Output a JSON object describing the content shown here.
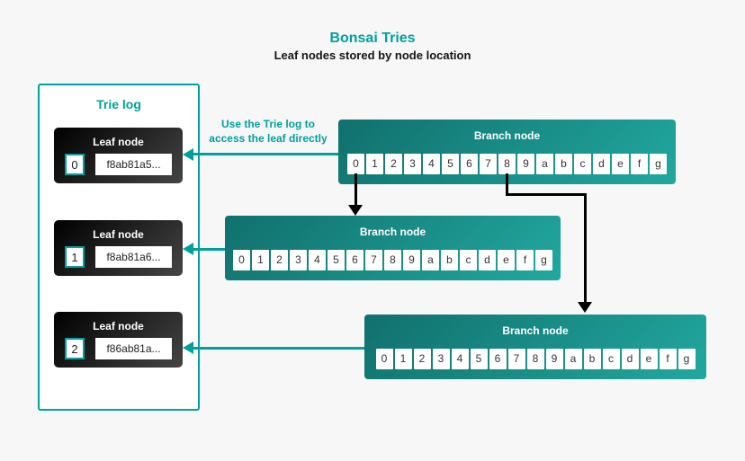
{
  "header": {
    "title": "Bonsai Tries",
    "subtitle": "Leaf nodes stored by node location"
  },
  "colors": {
    "teal": "#00A19C",
    "branch_gradient_start": "#11706D",
    "branch_gradient_end": "#21A89F",
    "leaf_gradient_start": "#000000",
    "leaf_gradient_end": "#454545",
    "background": "#F7F7F7",
    "arrow_black": "#000000"
  },
  "trie_log": {
    "title": "Trie log",
    "leaf_nodes": [
      {
        "title": "Leaf node",
        "index": "0",
        "hash": "f8ab81a5..."
      },
      {
        "title": "Leaf node",
        "index": "1",
        "hash": "f8ab81a6..."
      },
      {
        "title": "Leaf node",
        "index": "2",
        "hash": "f86ab81a..."
      }
    ]
  },
  "annotation": {
    "line1": "Use the Trie log to",
    "line2": "access the leaf directly"
  },
  "branch_nodes": [
    {
      "title": "Branch node",
      "cells": [
        "0",
        "1",
        "2",
        "3",
        "4",
        "5",
        "6",
        "7",
        "8",
        "9",
        "a",
        "b",
        "c",
        "d",
        "e",
        "f",
        "g"
      ]
    },
    {
      "title": "Branch node",
      "cells": [
        "0",
        "1",
        "2",
        "3",
        "4",
        "5",
        "6",
        "7",
        "8",
        "9",
        "a",
        "b",
        "c",
        "d",
        "e",
        "f",
        "g"
      ]
    },
    {
      "title": "Branch node",
      "cells": [
        "0",
        "1",
        "2",
        "3",
        "4",
        "5",
        "6",
        "7",
        "8",
        "9",
        "a",
        "b",
        "c",
        "d",
        "e",
        "f",
        "g"
      ]
    }
  ]
}
